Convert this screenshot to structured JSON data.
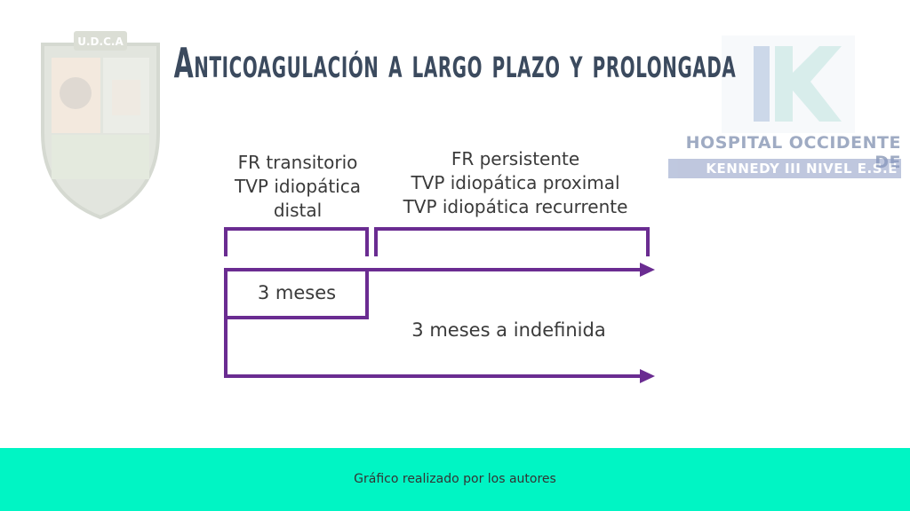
{
  "title": "Anticoagulación a largo plazo y prolongada",
  "logos": {
    "university": "U.D.C.A",
    "hospital_line1": "HOSPITAL OCCIDENTE DE",
    "hospital_line2": "KENNEDY III NIVEL E.S.E"
  },
  "diagram": {
    "group_short": {
      "lines": [
        "FR transitorio",
        "TVP idiopática",
        "distal"
      ]
    },
    "group_long": {
      "lines": [
        "FR persistente",
        "TVP idiopática proximal",
        "TVP idiopática recurrente"
      ]
    },
    "duration_short": "3 meses",
    "duration_long": "3 meses a indefinida"
  },
  "colors": {
    "arrow": "#6a2c91",
    "title": "#3b4a5e",
    "footer": "#00f5c4"
  },
  "footer": {
    "caption": "Gráfico realizado por los autores"
  }
}
